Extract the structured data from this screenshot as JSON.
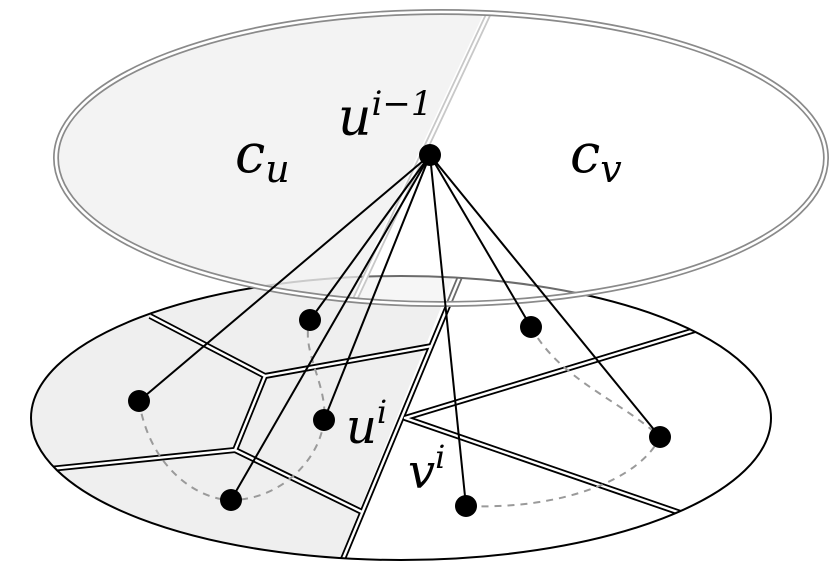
{
  "labels": {
    "c_u": {
      "base": "c",
      "sub": "u"
    },
    "c_v": {
      "base": "c",
      "sub": "v"
    },
    "u_prev": {
      "base": "u",
      "sup": "i−1"
    },
    "u_i": {
      "base": "u",
      "sup": "i"
    },
    "v_i": {
      "base": "v",
      "sup": "i"
    }
  },
  "colors": {
    "shaded_region": "#efefef",
    "top_ellipse_stroke": "#8a8a8a",
    "separator": "#c8c8c8",
    "edge": "#000000",
    "node": "#000000",
    "dashed_path": "#9a9a9a",
    "cell_border": "#000000"
  }
}
